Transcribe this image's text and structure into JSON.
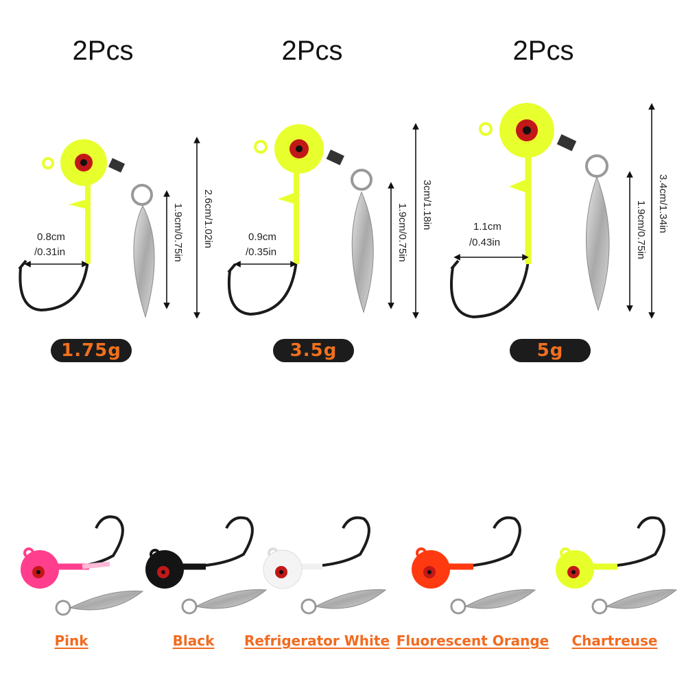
{
  "sizes": [
    {
      "quantity": "2Pcs",
      "weight": "1.75g",
      "gap": "0.8cm",
      "gap_in": "/0.31in",
      "length": "2.6cm/1.02in",
      "blade": "1.9cm/0.75in"
    },
    {
      "quantity": "2Pcs",
      "weight": "3.5g",
      "gap": "0.9cm",
      "gap_in": "/0.35in",
      "length": "3cm/1.18in",
      "blade": "1.9cm/0.75in"
    },
    {
      "quantity": "2Pcs",
      "weight": "5g",
      "gap": "1.1cm",
      "gap_in": "/0.43in",
      "length": "3.4cm/1.34in",
      "blade": "1.9cm/0.75in"
    }
  ],
  "colors": [
    {
      "name": "Pink",
      "hex": "#ff3f8d"
    },
    {
      "name": "Black",
      "hex": "#141414"
    },
    {
      "name": "Refrigerator White",
      "hex": "#f4f4f4"
    },
    {
      "name": "Fluorescent Orange",
      "hex": "#ff3a10"
    },
    {
      "name": "Chartreuse",
      "hex": "#e6ff2a"
    }
  ],
  "accent": {
    "head": "#e8ff2e",
    "label_orange": "#f26a1f",
    "badge_bg": "#1c1c1c"
  }
}
